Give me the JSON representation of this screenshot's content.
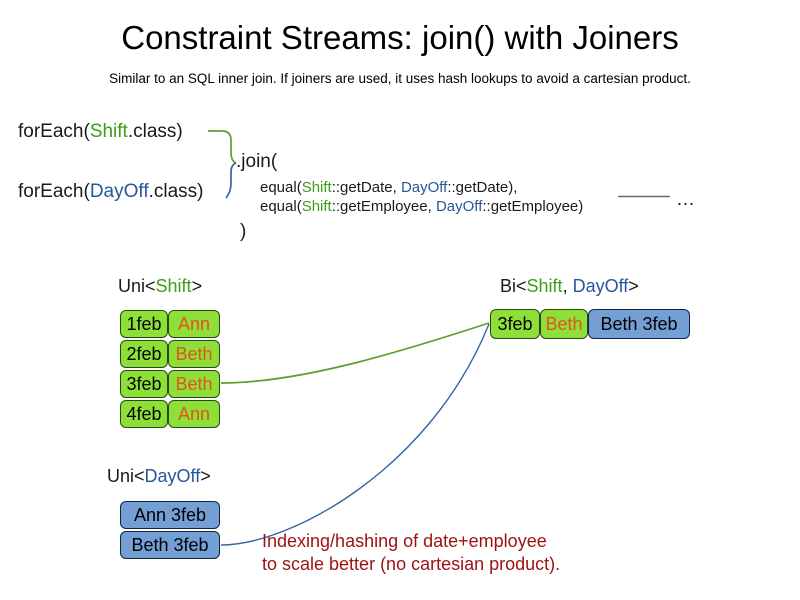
{
  "header": {
    "title": "Constraint Streams: join() with Joiners",
    "subtitle": "Similar to an SQL inner join. If joiners are used, it uses hash lookups to avoid a cartesian product."
  },
  "code": {
    "for_each_shift": {
      "prefix": "forEach(",
      "type": "Shift",
      "suffix": ".class)"
    },
    "for_each_dayoff": {
      "prefix": "forEach(",
      "type": "DayOff",
      "suffix": ".class)"
    },
    "join_open": ".join(",
    "join_close": ")",
    "joiner_1": {
      "prefix": "equal(",
      "left_type": "Shift",
      "left_method": "::getDate, ",
      "right_type": "DayOff",
      "right_method": "::getDate),"
    },
    "joiner_2": {
      "prefix": "equal(",
      "left_type": "Shift",
      "left_method": "::getEmployee, ",
      "right_type": "DayOff",
      "right_method": "::getEmployee)"
    },
    "ellipsis": "…"
  },
  "streams": {
    "uni_shift": {
      "label_prefix": "Uni<",
      "label_type": "Shift",
      "label_suffix": ">",
      "rows": [
        {
          "date": "1feb",
          "employee": "Ann"
        },
        {
          "date": "2feb",
          "employee": "Beth"
        },
        {
          "date": "3feb",
          "employee": "Beth"
        },
        {
          "date": "4feb",
          "employee": "Ann"
        }
      ]
    },
    "uni_dayoff": {
      "label_prefix": "Uni<",
      "label_type": "DayOff",
      "label_suffix": ">",
      "rows": [
        {
          "value": "Ann 3feb"
        },
        {
          "value": "Beth 3feb"
        }
      ]
    },
    "bi": {
      "label_prefix": "Bi<",
      "label_type_1": "Shift",
      "label_separator": ", ",
      "label_type_2": "DayOff",
      "label_suffix": ">",
      "shift_date": "3feb",
      "shift_employee": "Beth",
      "dayoff_value": "Beth 3feb"
    }
  },
  "annotation": {
    "line_1": "Indexing/hashing of date+employee",
    "line_2": "to scale better (no cartesian product)."
  },
  "colors": {
    "shift_green": "#3f9c1b",
    "dayoff_blue": "#29569b",
    "fact_green_fill": "#8ee039",
    "fact_green_border": "#254b12",
    "fact_blue_fill": "#739fd4",
    "fact_blue_border": "#11253f",
    "employee_orange": "#e2541c",
    "annotation_red": "#9d1111",
    "link_green": "#5aa02c",
    "link_blue": "#3465a4",
    "ellipsis_line": "#7a5f7a"
  }
}
